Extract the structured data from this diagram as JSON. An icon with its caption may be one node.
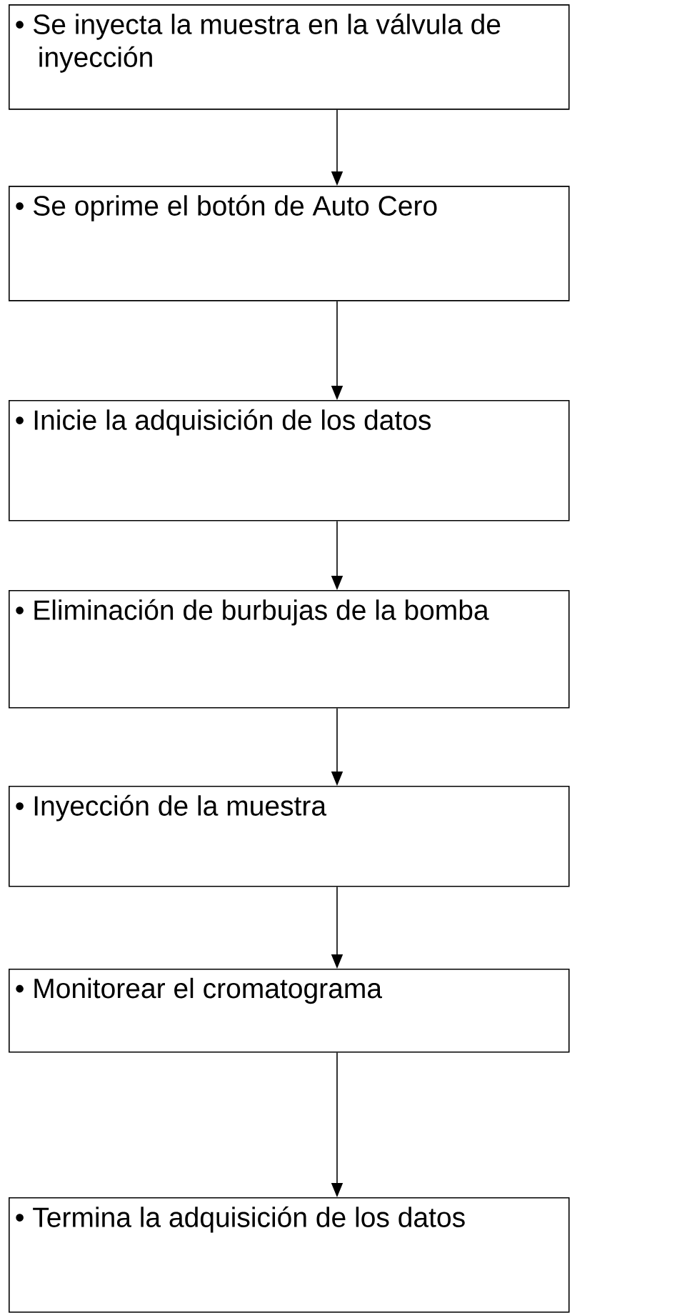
{
  "diagram": {
    "nodes": [
      {
        "text": [
          "• Se inyecta la muestra en la válvula de inyección"
        ]
      },
      {
        "text": [
          "• Se oprime el botón de Auto Cero"
        ]
      },
      {
        "text": [
          "• Inicie la adquisición de los datos"
        ]
      },
      {
        "text": [
          "• Eliminación de burbujas de la bomba"
        ]
      },
      {
        "text": [
          "• Inyección de la muestra"
        ]
      },
      {
        "text": [
          "• Monitorear el cromatograma"
        ]
      },
      {
        "text": [
          "• Termina la adquisición de los datos"
        ]
      }
    ],
    "edges": [
      {
        "from": 0,
        "to": 1,
        "arrow": "to"
      },
      {
        "from": 1,
        "to": 2,
        "arrow": "to"
      },
      {
        "from": 2,
        "to": 3,
        "arrow": "to"
      },
      {
        "from": 3,
        "to": 4,
        "arrow": "to"
      },
      {
        "from": 4,
        "to": 5,
        "arrow": "to"
      },
      {
        "from": 5,
        "to": 6,
        "arrow": "to"
      }
    ]
  }
}
